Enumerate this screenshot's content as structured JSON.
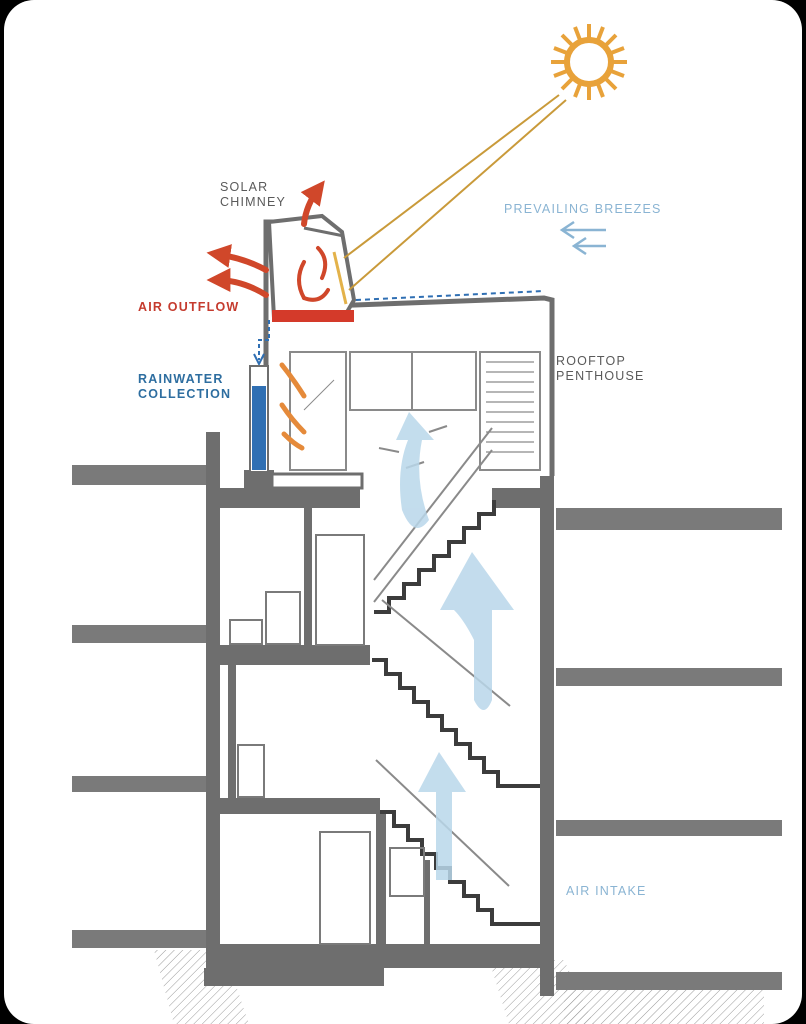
{
  "labels": {
    "solar_chimney_l1": "SOLAR",
    "solar_chimney_l2": "CHIMNEY",
    "prevailing_breezes": "PREVAILING BREEZES",
    "air_outflow": "AIR OUTFLOW",
    "rainwater_l1": "RAINWATER",
    "rainwater_l2": "COLLECTION",
    "rooftop_l1": "ROOFTOP",
    "rooftop_l2": "PENTHOUSE",
    "air_intake": "AIR INTAKE"
  },
  "colors": {
    "wall": "#6e6e6e",
    "sun": "#e8a23a",
    "heat_arrow": "#c9472d",
    "air_flow": "#b9d7ea",
    "water": "#2f6fb3"
  }
}
